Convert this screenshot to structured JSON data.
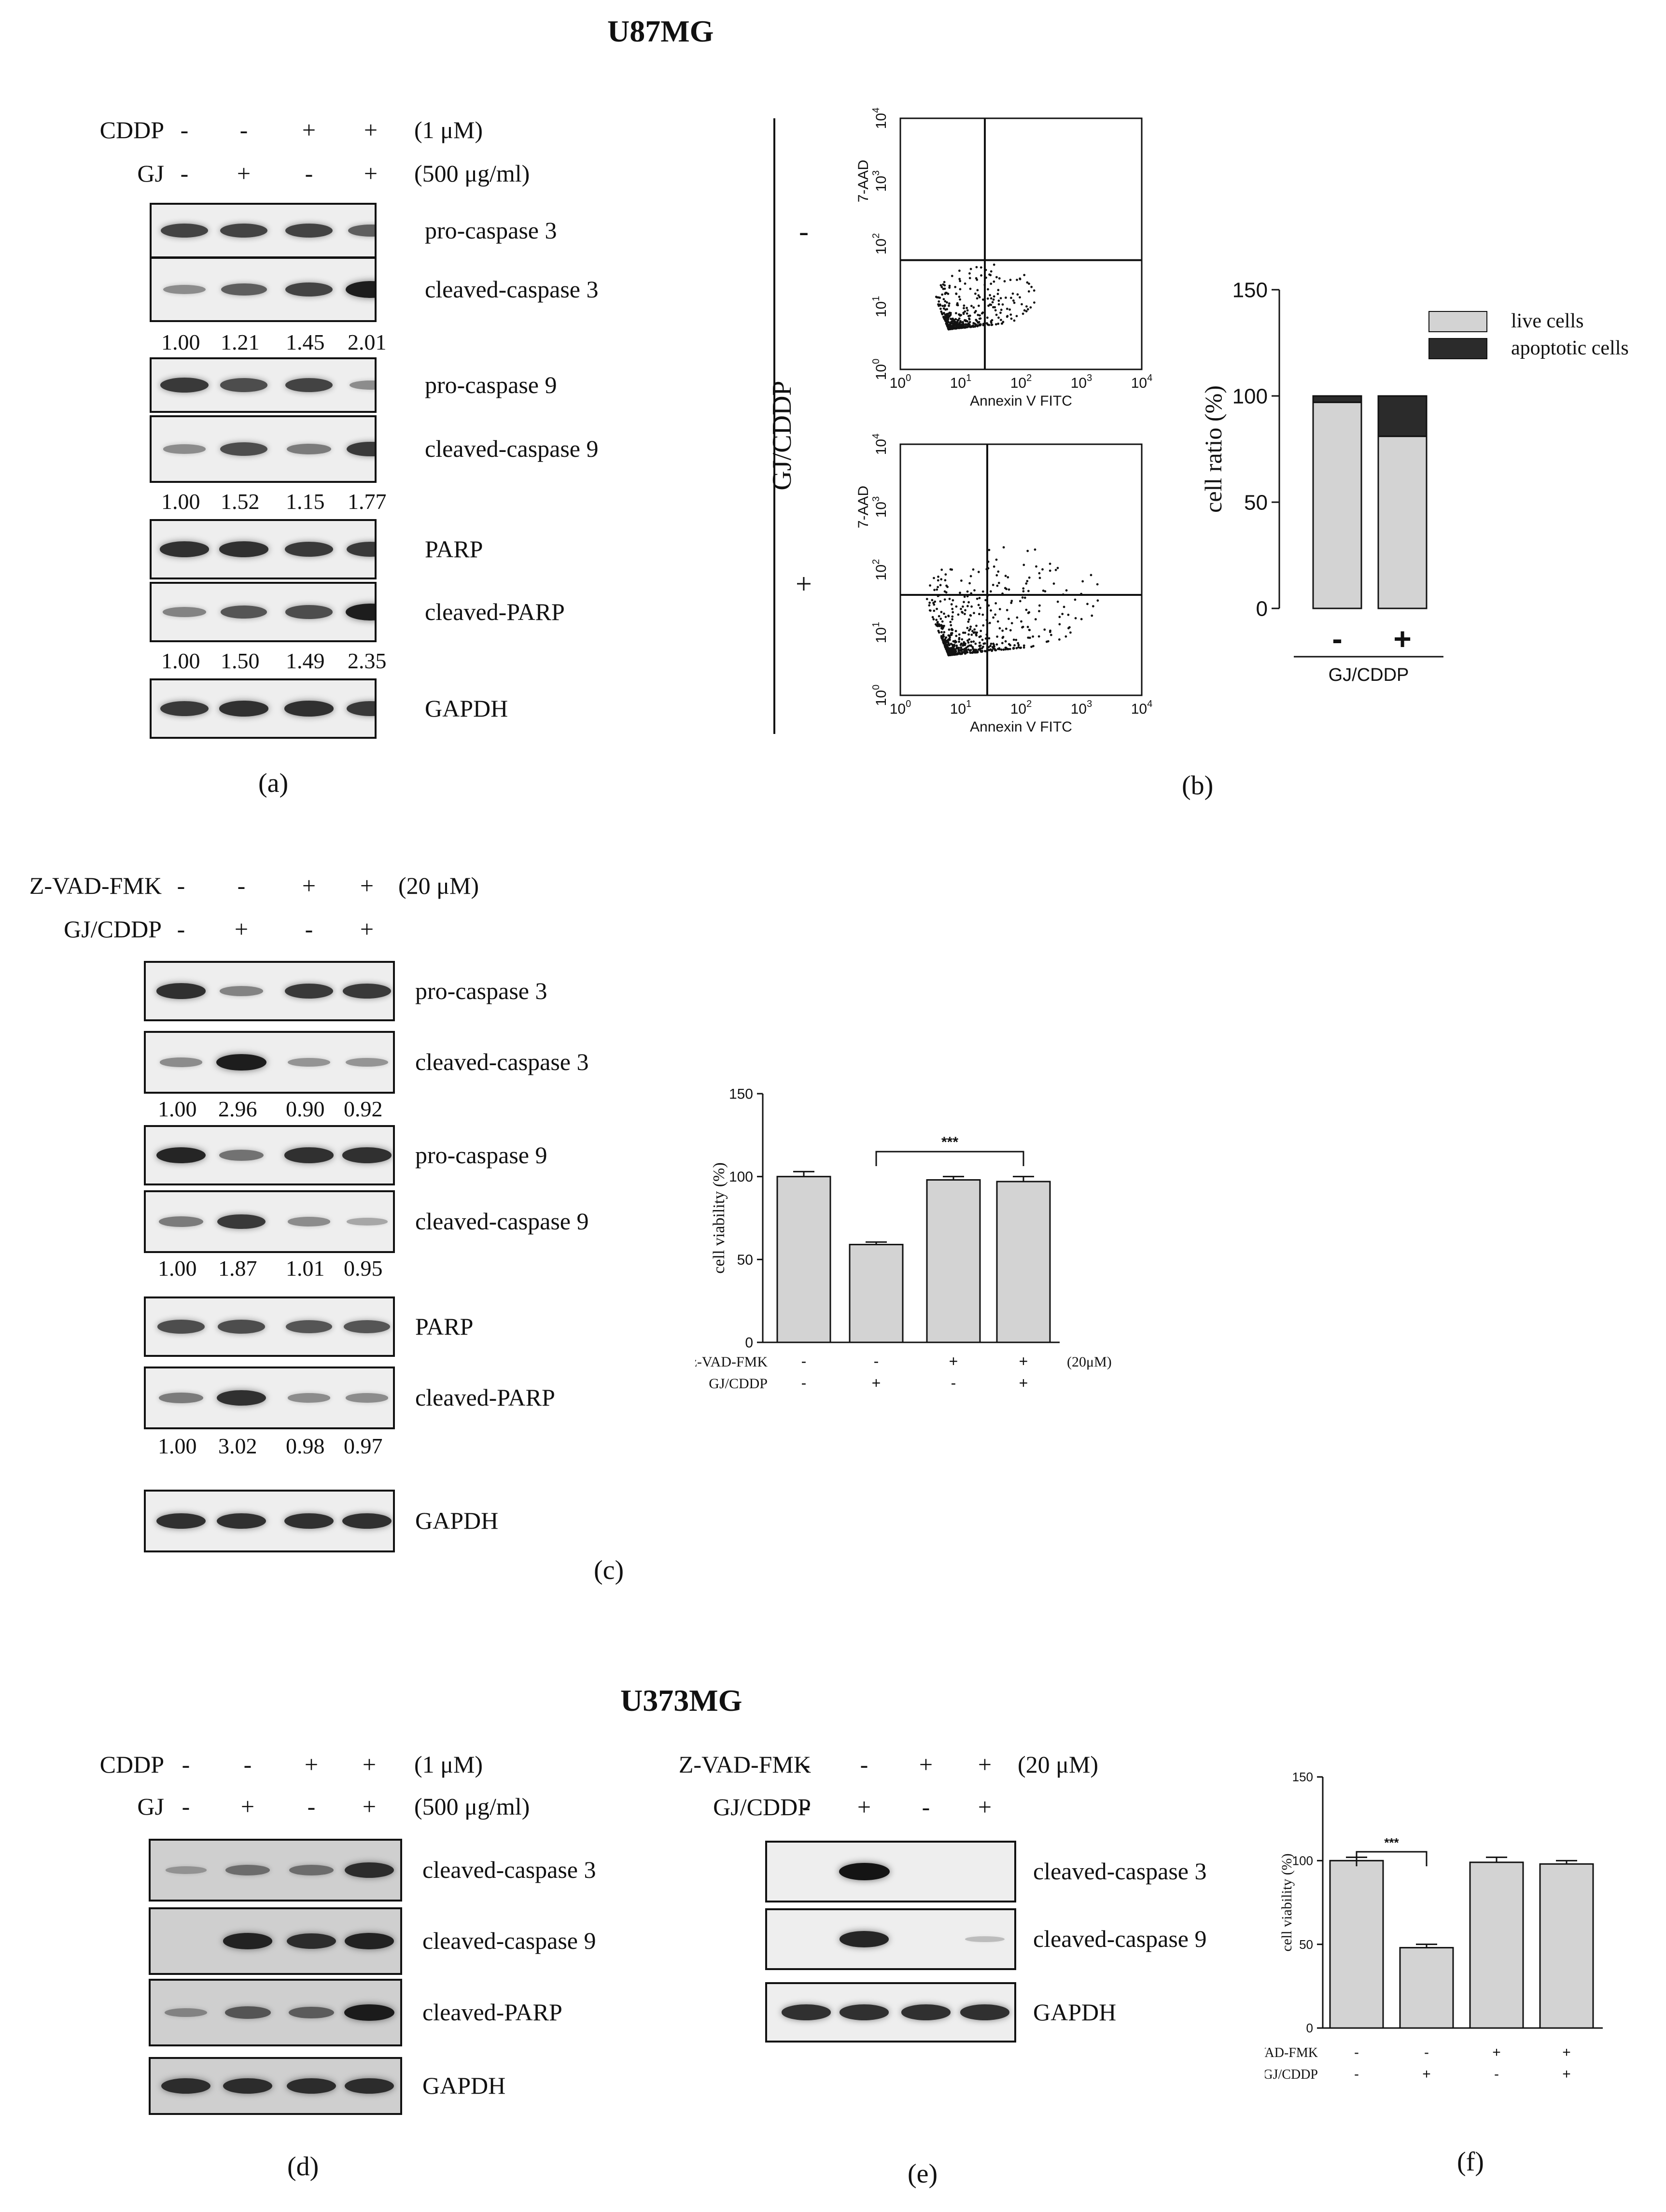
{
  "titles": {
    "u87": "U87MG",
    "u373": "U373MG"
  },
  "panel_labels": {
    "a": "(a)",
    "b": "(b)",
    "c": "(c)",
    "d": "(d)",
    "e": "(e)",
    "f": "(f)"
  },
  "panel_a": {
    "treatments": [
      {
        "name": "CDDP",
        "signs": [
          "-",
          "-",
          "+",
          "+"
        ],
        "dose": "(1 μM)"
      },
      {
        "name": "GJ",
        "signs": [
          "-",
          "+",
          "-",
          "+"
        ],
        "dose": "(500 μg/ml)"
      }
    ],
    "blots": [
      {
        "label": "pro-caspase 3",
        "intensities": [
          0.75,
          0.75,
          0.75,
          0.6
        ]
      },
      {
        "label": "cleaved-caspase 3",
        "intensities": [
          0.35,
          0.6,
          0.75,
          0.95
        ],
        "quant": [
          "1.00",
          "1.21",
          "1.45",
          "2.01"
        ]
      },
      {
        "label": "pro-caspase 9",
        "intensities": [
          0.8,
          0.7,
          0.75,
          0.35
        ]
      },
      {
        "label": "cleaved-caspase 9",
        "intensities": [
          0.35,
          0.7,
          0.45,
          0.8
        ],
        "quant": [
          "1.00",
          "1.52",
          "1.15",
          "1.77"
        ]
      },
      {
        "label": "PARP",
        "intensities": [
          0.85,
          0.85,
          0.8,
          0.8
        ]
      },
      {
        "label": "cleaved-PARP",
        "intensities": [
          0.4,
          0.65,
          0.7,
          0.95
        ],
        "quant": [
          "1.00",
          "1.50",
          "1.49",
          "2.35"
        ]
      },
      {
        "label": "GAPDH",
        "intensities": [
          0.8,
          0.85,
          0.85,
          0.8
        ]
      }
    ]
  },
  "panel_b": {
    "group_label": "GJ/CDDP",
    "rows": [
      {
        "sign": "-"
      },
      {
        "sign": "+"
      }
    ],
    "flow_axes": {
      "ylabel": "7-AAD",
      "xlabel": "Annexin V FITC"
    }
  },
  "panel_c": {
    "treatments": [
      {
        "name": "Z-VAD-FMK",
        "signs": [
          "-",
          "-",
          "+",
          "+"
        ],
        "dose": "(20 μM)"
      },
      {
        "name": "GJ/CDDP",
        "signs": [
          "-",
          "+",
          "-",
          "+"
        ],
        "dose": ""
      }
    ],
    "blots": [
      {
        "label": "pro-caspase 3",
        "intensities": [
          0.85,
          0.4,
          0.8,
          0.8
        ]
      },
      {
        "label": "cleaved-caspase 3",
        "intensities": [
          0.35,
          0.95,
          0.3,
          0.3
        ],
        "quant": [
          "1.00",
          "2.96",
          "0.90",
          "0.92"
        ]
      },
      {
        "label": "pro-caspase 9",
        "intensities": [
          0.9,
          0.5,
          0.85,
          0.85
        ]
      },
      {
        "label": "cleaved-caspase 9",
        "intensities": [
          0.45,
          0.8,
          0.35,
          0.2
        ],
        "quant": [
          "1.00",
          "1.87",
          "1.01",
          "0.95"
        ]
      },
      {
        "label": "PARP",
        "intensities": [
          0.7,
          0.7,
          0.65,
          0.65
        ]
      },
      {
        "label": "cleaved-PARP",
        "intensities": [
          0.45,
          0.85,
          0.35,
          0.35
        ],
        "quant": [
          "1.00",
          "3.02",
          "0.98",
          "0.97"
        ]
      },
      {
        "label": "GAPDH",
        "intensities": [
          0.85,
          0.85,
          0.85,
          0.85
        ]
      }
    ]
  },
  "panel_d": {
    "treatments": [
      {
        "name": "CDDP",
        "signs": [
          "-",
          "-",
          "+",
          "+"
        ],
        "dose": "(1 μM)"
      },
      {
        "name": "GJ",
        "signs": [
          "-",
          "+",
          "-",
          "+"
        ],
        "dose": "(500 μg/ml)"
      }
    ],
    "blots": [
      {
        "label": "cleaved-caspase 3",
        "intensities": [
          0.2,
          0.45,
          0.45,
          0.85
        ]
      },
      {
        "label": "cleaved-caspase 9",
        "intensities": [
          0.0,
          0.9,
          0.85,
          0.9
        ]
      },
      {
        "label": "cleaved-PARP",
        "intensities": [
          0.3,
          0.6,
          0.55,
          0.95
        ]
      },
      {
        "label": "GAPDH",
        "intensities": [
          0.85,
          0.85,
          0.85,
          0.85
        ]
      }
    ]
  },
  "panel_e": {
    "treatments": [
      {
        "name": "Z-VAD-FMK",
        "signs": [
          "-",
          "-",
          "+",
          "+"
        ],
        "dose": "(20 μM)"
      },
      {
        "name": "GJ/CDDP",
        "signs": [
          "-",
          "+",
          "-",
          "+"
        ],
        "dose": ""
      }
    ],
    "blots": [
      {
        "label": "cleaved-caspase 3",
        "intensities": [
          0.0,
          1.0,
          0.0,
          0.0
        ]
      },
      {
        "label": "cleaved-caspase 9",
        "intensities": [
          0.0,
          0.9,
          0.0,
          0.1
        ]
      },
      {
        "label": "GAPDH",
        "intensities": [
          0.85,
          0.85,
          0.85,
          0.85
        ]
      }
    ]
  },
  "chart_data": [
    {
      "id": "b-bar",
      "type": "bar",
      "stacked": true,
      "categories": [
        "-",
        "+"
      ],
      "xlabel": "GJ/CDDP",
      "ylabel": "cell ratio (%)",
      "ylim": [
        0,
        150
      ],
      "yticks": [
        0,
        50,
        100,
        150
      ],
      "legend": "top-right",
      "series": [
        {
          "name": "live cells",
          "values": [
            97,
            81
          ],
          "color": "#d3d3d3"
        },
        {
          "name": "apoptotic cells",
          "values": [
            3,
            19
          ],
          "color": "#2b2b2b"
        }
      ]
    },
    {
      "id": "c-bar",
      "type": "bar",
      "ylabel": "cell viability (%)",
      "ylim": [
        0,
        150
      ],
      "yticks": [
        0,
        50,
        100,
        150
      ],
      "values": [
        100,
        59,
        98,
        97
      ],
      "errors": [
        3,
        1.5,
        2,
        3
      ],
      "bar_color": "#d3d3d3",
      "rows": [
        {
          "name": "z-VAD-FMK",
          "signs": [
            "-",
            "-",
            "+",
            "+"
          ],
          "dose": "(20μM)"
        },
        {
          "name": "GJ/CDDP",
          "signs": [
            "-",
            "+",
            "-",
            "+"
          ]
        }
      ],
      "significance": {
        "from": 1,
        "to": 3,
        "label": "***"
      }
    },
    {
      "id": "f-bar",
      "type": "bar",
      "ylabel": "cell viability (%)",
      "ylim": [
        0,
        150
      ],
      "yticks": [
        0,
        50,
        100,
        150
      ],
      "values": [
        100,
        48,
        99,
        98
      ],
      "errors": [
        2,
        2,
        3,
        2
      ],
      "bar_color": "#d3d3d3",
      "rows": [
        {
          "name": "Z-VAD-FMK",
          "signs": [
            "-",
            "-",
            "+",
            "+"
          ]
        },
        {
          "name": "GJ/CDDP",
          "signs": [
            "-",
            "+",
            "-",
            "+"
          ]
        }
      ],
      "significance": {
        "from": 0,
        "to": 1,
        "label": "***"
      }
    }
  ]
}
